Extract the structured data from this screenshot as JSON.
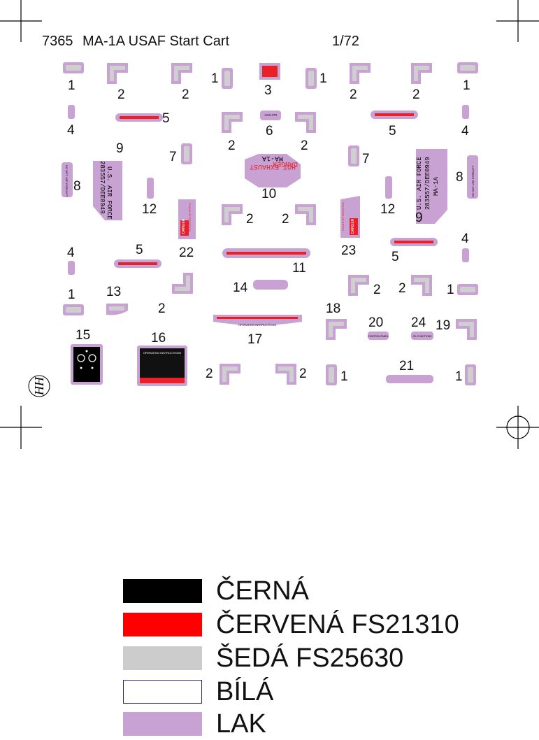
{
  "header": {
    "catalog": "7365",
    "title": "MA-1A USAF Start Cart",
    "scale": "1/72"
  },
  "decal_text": {
    "danger_hot_exhaust": "DANGER",
    "hot_exhaust": "HOT EXHAUST",
    "ma1a": "MA-1A",
    "usaf": "U.S. AIR FORCE",
    "serial": "283557/DEE0949",
    "no_forklift": "DO NOT USE FORKLIFT",
    "battery": "BATTERY",
    "danger": "DANGER",
    "plane_of_rotation": "PLANE OF ROTATION",
    "operating_instructions": "OPERATING INSTRUCTIONS",
    "control_panel": "CONTROL PANEL",
    "oil_functions": "OIL FUNCTIONS"
  },
  "numbers": [
    "1",
    "2",
    "3",
    "4",
    "5",
    "6",
    "7",
    "8",
    "9",
    "10",
    "11",
    "12",
    "13",
    "14",
    "15",
    "16",
    "17",
    "18",
    "19",
    "20",
    "21",
    "22",
    "23",
    "24"
  ],
  "legend": [
    {
      "label": "ČERNÁ",
      "color": "#000000",
      "border": "#000000"
    },
    {
      "label": "ČERVENÁ FS21310",
      "color": "#ff0000",
      "border": "#ff0000"
    },
    {
      "label": "ŠEDÁ FS25630",
      "color": "#cccccc",
      "border": "#cccccc"
    },
    {
      "label": "BÍLÁ",
      "color": "#ffffff",
      "border": "#2a2a6a"
    },
    {
      "label": "LAK",
      "color": "#c8a2d2",
      "border": "#c8a2d2"
    }
  ],
  "colors": {
    "lak": "#c8a2d2",
    "grey": "#cfcfcf",
    "red": "#e8202a",
    "black": "#000000"
  }
}
